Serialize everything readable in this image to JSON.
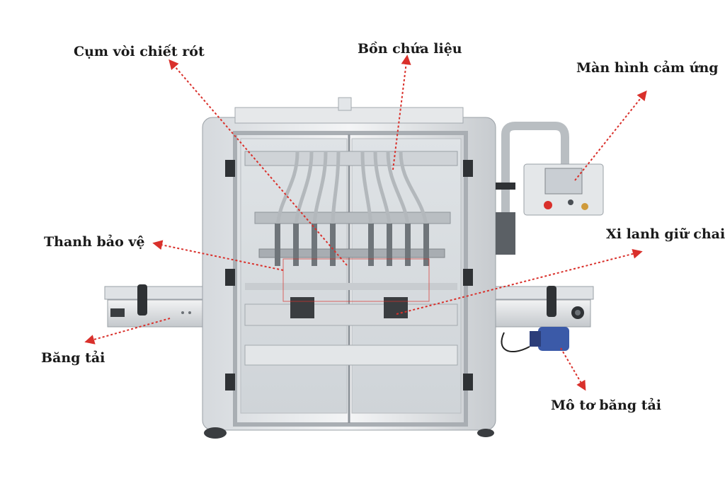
{
  "colors": {
    "arrow": "#d9302b",
    "text": "#1a1a1a",
    "steel_light": "#eceef0",
    "steel_mid": "#c9cdd1",
    "steel_dark": "#8e949a",
    "motor_blue": "#3b5aa8"
  },
  "labels": {
    "nozzle": "Cụm vòi chiết rót",
    "tank": "Bồn chứa liệu",
    "touchscreen": "Màn hình cảm ứng",
    "guard": "Thanh bảo vệ",
    "cylinder": "Xi lanh giữ chai",
    "conveyor": "Băng tải",
    "motor": "Mô tơ băng tải"
  }
}
